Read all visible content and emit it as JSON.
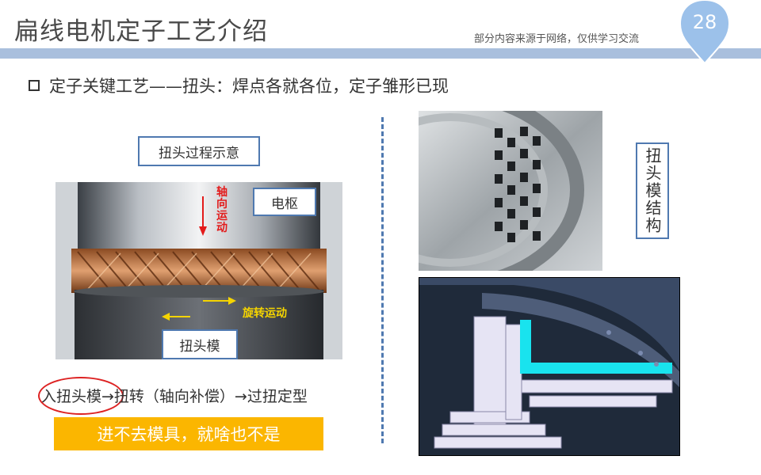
{
  "header": {
    "title": "扁线电机定子工艺介绍",
    "subtitle": "部分内容来源于网络，仅供学习交流",
    "page_number": "28"
  },
  "bullet": "定子关键工艺——扭头：焊点各就各位，定子雏形已现",
  "left_panel": {
    "process_label": "扭头过程示意",
    "armature_label": "电枢",
    "axial_motion_label": "轴向运动",
    "rotation_label": "旋转运动",
    "twist_die_label": "扭头模",
    "flow_text": "入扭头模→扭转（轴向补偿）→过扭定型",
    "note": "进不去模具，就啥也不是"
  },
  "right_panel": {
    "structure_label": "扭头模结构"
  },
  "colors": {
    "title_bar": "#a9bfdd",
    "badge": "#9cc1ea",
    "divider": "#4f79b0",
    "note_bg": "#fbb600",
    "highlight_cyan": "#19e3ee"
  }
}
